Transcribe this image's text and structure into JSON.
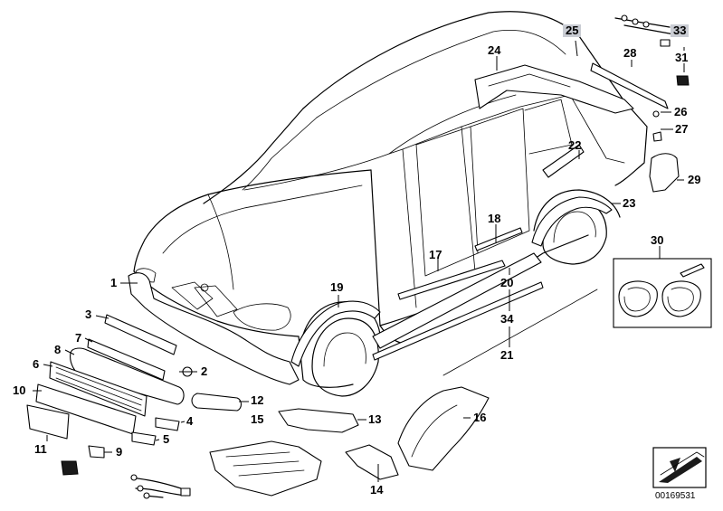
{
  "labels": {
    "l1": "1",
    "l2": "2",
    "l3": "3",
    "l4": "4",
    "l5": "5",
    "l6": "6",
    "l7": "7",
    "l8": "8",
    "l9": "9",
    "l10": "10",
    "l11": "11",
    "l12": "12",
    "l13": "13",
    "l14": "14",
    "l15": "15",
    "l16": "16",
    "l17": "17",
    "l18": "18",
    "l19": "19",
    "l20": "20",
    "l21": "21",
    "l22": "22",
    "l23": "23",
    "l24": "24",
    "l25": "25",
    "l26": "26",
    "l27": "27",
    "l28": "28",
    "l29": "29",
    "l30": "30",
    "l31": "31",
    "l33": "33",
    "l34": "34"
  },
  "highlighted": [
    "25",
    "33"
  ],
  "highlight_color": "#c9ccd3",
  "diagram_code": "00169531"
}
